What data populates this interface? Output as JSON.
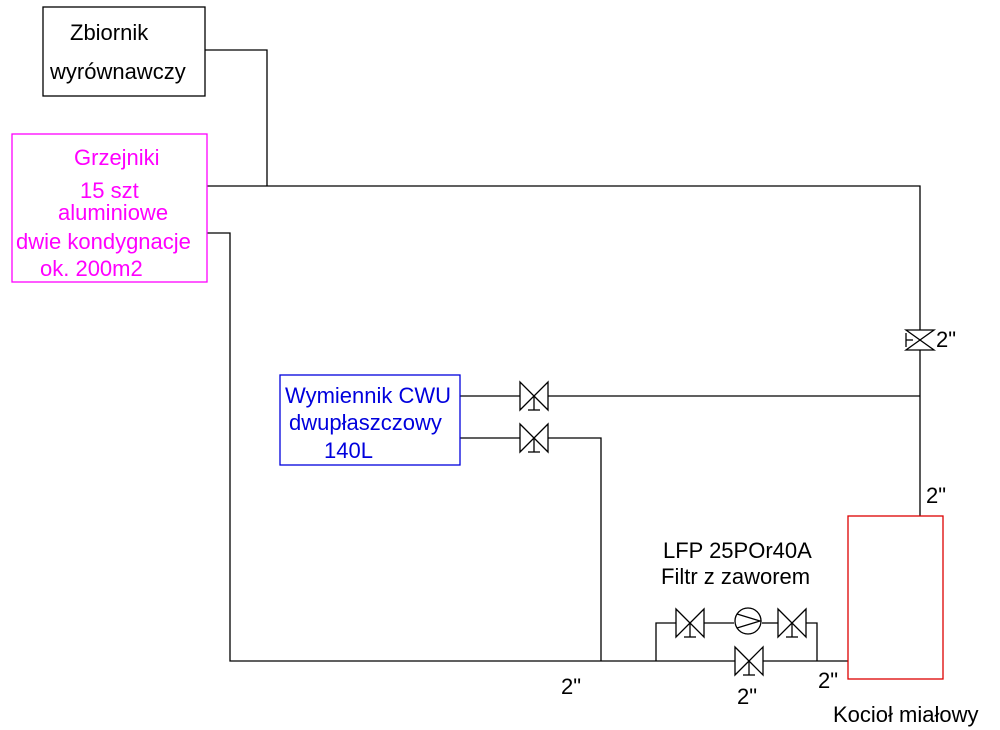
{
  "colors": {
    "pipe": "#000000",
    "tank_border": "#000000",
    "radiators": "#ff00ff",
    "exchanger": "#0000dd",
    "boiler_border": "#dd0000"
  },
  "tank": {
    "line1": "Zbiornik",
    "line2": "wyrównawczy"
  },
  "radiators": {
    "line1": "Grzejniki",
    "line2": "15 szt",
    "line3": "aluminiowe",
    "line4": "dwie kondygnacje",
    "line5": "ok. 200m2"
  },
  "exchanger": {
    "line1": "Wymiennik CWU",
    "line2": "dwupłaszczowy",
    "line3": "140L"
  },
  "pump": {
    "line1": "LFP 25POr40A",
    "line2": "Filtr z zaworem"
  },
  "boiler": {
    "label": "Kocioł miałowy"
  },
  "pipe_sizes": {
    "valve_right": "2\"",
    "boiler_top": "2\"",
    "return_bottom": "2\"",
    "bypass_valve": "2\"",
    "boiler_inlet": "2\""
  }
}
